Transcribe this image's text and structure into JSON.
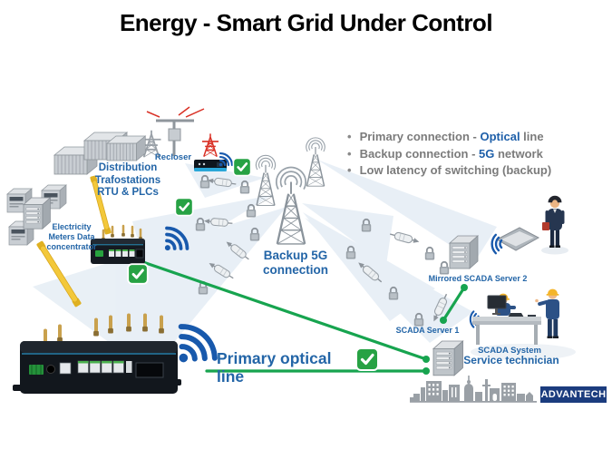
{
  "title": "Energy - Smart Grid Under Control",
  "bullets": [
    {
      "prefix": "Primary connection - ",
      "highlight": "Optical",
      "suffix": " line"
    },
    {
      "prefix": "Backup connection - ",
      "highlight": "5G",
      "suffix": " network"
    },
    {
      "prefix": "Low latency of switching (backup)",
      "highlight": "",
      "suffix": ""
    }
  ],
  "labels": {
    "distribution": {
      "line1": "Distribution",
      "line2": "Trafostations",
      "line3": "RTU & PLCs"
    },
    "recloser": "Recloser",
    "meters": {
      "line1": "Electricity",
      "line2": "Meters Data",
      "line3": "concentrator"
    },
    "backup": {
      "line1": "Backup 5G",
      "line2": "connection"
    },
    "mirrored_server": "Mirrored SCADA Server 2",
    "scada_server1": "SCADA Server 1",
    "scada_system": "SCADA System",
    "service_technician": "Service technician",
    "primary_optical": "Primary optical line"
  },
  "logo": {
    "text": "ADVANTECH"
  },
  "icons": {
    "bullet": "•",
    "checkmark-icon": "green rounded square with white ✓",
    "wifi-icon": "blue signal arcs",
    "padlock-icon": "gray lock (secured link)",
    "cell-tower-icon": "lattice mast with ripple arcs",
    "pylon-icon": "transmission tower",
    "recloser-device-icon": "cylinder with arrow",
    "server-icon": "3D server tower",
    "router-icon": "black cellular router with gold antennas",
    "cable-icon": "yellow ethernet patch cable",
    "tablet-icon": "flat tablet",
    "city-skyline-icon": "gray building silhouette"
  },
  "colors": {
    "label_blue": "#2365a7",
    "highlight_blue": "#1e5fa9",
    "bullet_gray": "#7b7b7b",
    "line_green": "#17a44f",
    "check_green": "#27a244",
    "wifi_blue": "#1859ac",
    "beam_blue": "#d7e3ef",
    "logo_navy": "#1b3c7e",
    "alert_red": "#d93025",
    "cable_yellow": "#f3c83a"
  }
}
